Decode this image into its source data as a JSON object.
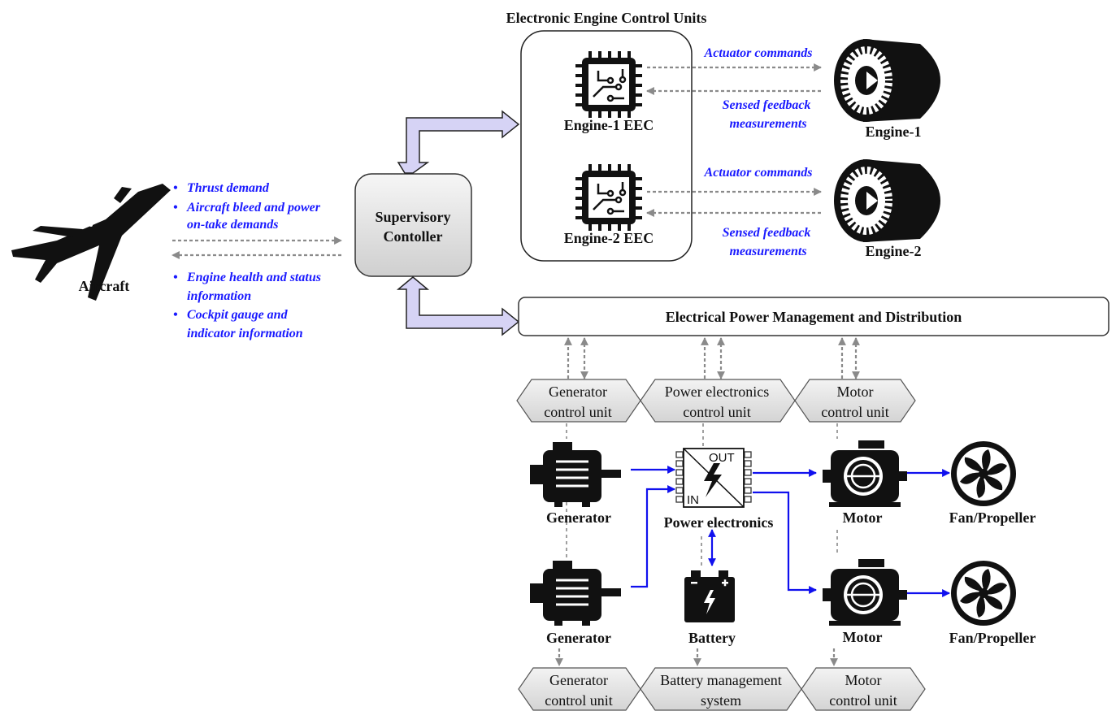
{
  "title": "Electronic Engine Control Units",
  "aircraft": {
    "label": "Aircraft",
    "signals_to_controller": [
      "Thrust demand",
      "Aircraft bleed and power",
      "on-take demands"
    ],
    "signals_from_controller": [
      "Engine health and status",
      "information",
      "Cockpit gauge and",
      "indicator information"
    ]
  },
  "supervisory": {
    "line1": "Supervisory",
    "line2": "Contoller"
  },
  "eec": {
    "engine1_label": "Engine-1 EEC",
    "engine2_label": "Engine-2 EEC"
  },
  "engines": {
    "engine1": "Engine-1",
    "engine2": "Engine-2",
    "actuator1": "Actuator commands",
    "actuator2": "Actuator commands",
    "feedback1_l1": "Sensed feedback",
    "feedback1_l2": "measurements",
    "feedback2_l1": "Sensed feedback",
    "feedback2_l2": "measurements"
  },
  "epmd": {
    "label": "Electrical Power Management and Distribution"
  },
  "control_units_top": [
    {
      "line1": "Generator",
      "line2": "control unit"
    },
    {
      "line1": "Power electronics",
      "line2": "control unit"
    },
    {
      "line1": "Motor",
      "line2": "control unit"
    }
  ],
  "control_units_bottom": [
    {
      "line1": "Generator",
      "line2": "control unit"
    },
    {
      "line1": "Battery management",
      "line2": "system"
    },
    {
      "line1": "Motor",
      "line2": "control unit"
    }
  ],
  "components": {
    "generator1": "Generator",
    "generator2": "Generator",
    "power_electronics": "Power electronics",
    "pe_out": "OUT",
    "pe_in": "IN",
    "battery": "Battery",
    "motor1": "Motor",
    "motor2": "Motor",
    "fan1": "Fan/Propeller",
    "fan2": "Fan/Propeller"
  },
  "colors": {
    "signal_text": "#1a1aff",
    "power_flow": "#1010ee",
    "bus_arrow_fill": "#d6d3f5",
    "hex_fill": "#e4e4e4"
  }
}
